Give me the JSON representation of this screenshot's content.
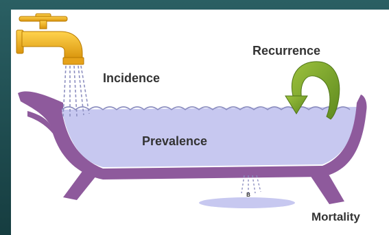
{
  "labels": {
    "incidence": "Incidence",
    "recurrence": "Recurrence",
    "prevalence": "Prevalence",
    "mortality": "Mortality",
    "drain_mark": "B"
  },
  "colors": {
    "background": "#1d4b4f",
    "panel": "#ffffff",
    "tub": "#8e5a9c",
    "water": "#c7c8f0",
    "water_line": "#8d8fc0",
    "faucet": "#f1b21a",
    "arrow": "#7fa52d",
    "label": "#333333"
  },
  "icons": {
    "faucet": "faucet-icon",
    "recurrence_arrow": "circular-arrow-icon",
    "bathtub": "bathtub-icon"
  }
}
